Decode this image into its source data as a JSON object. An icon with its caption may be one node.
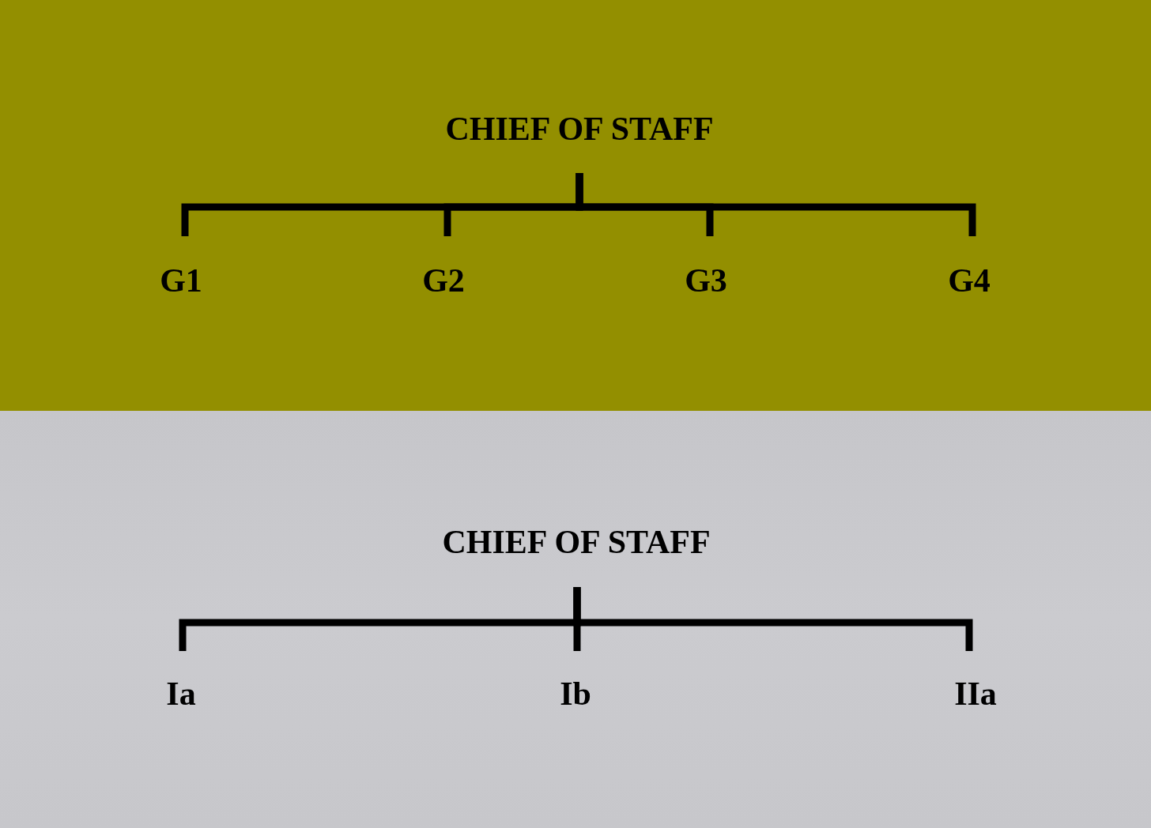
{
  "diagram": {
    "nodes": [
      {
        "text": [
          "CHIEF OF STAFF"
        ]
      },
      {
        "text": [
          "G1"
        ]
      },
      {
        "text": [
          "G2"
        ]
      },
      {
        "text": [
          "G3"
        ]
      },
      {
        "text": [
          "G4"
        ]
      },
      {
        "text": [
          "CHIEF OF STAFF"
        ]
      },
      {
        "text": [
          "Ia"
        ]
      },
      {
        "text": [
          "Ib"
        ]
      },
      {
        "text": [
          "IIa"
        ]
      }
    ],
    "edges": [
      {
        "from": 0,
        "to": 1,
        "arrow": "none"
      },
      {
        "from": 0,
        "to": 2,
        "arrow": "none"
      },
      {
        "from": 0,
        "to": 3,
        "arrow": "none"
      },
      {
        "from": 0,
        "to": 4,
        "arrow": "none"
      },
      {
        "from": 5,
        "to": 6,
        "arrow": "none"
      },
      {
        "from": 5,
        "to": 7,
        "arrow": "none"
      },
      {
        "from": 5,
        "to": 8,
        "arrow": "none"
      }
    ]
  }
}
